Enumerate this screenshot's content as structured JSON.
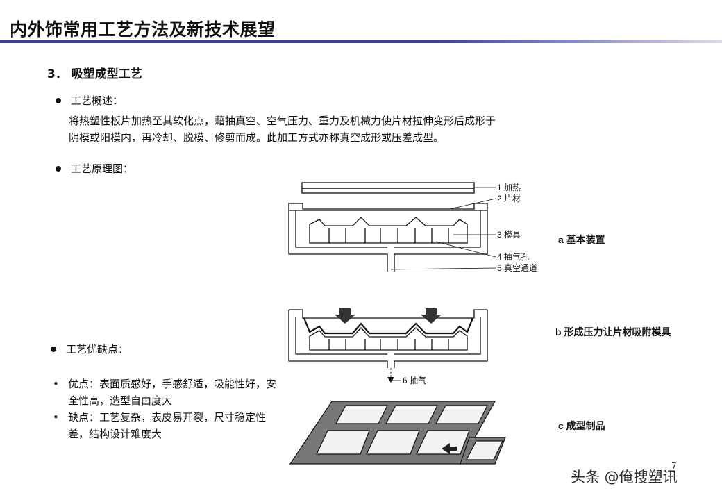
{
  "slide": {
    "title": "内外饰常用工艺方法及新技术展望",
    "section_heading": "3．  吸塑成型工艺",
    "page_number": "7"
  },
  "overview": {
    "heading": "工艺概述：",
    "lines": [
      "将热塑性板片加热至其软化点，藉抽真空、空气压力、重力及机械力使片材拉伸变形后成形于",
      "阴模或阳模内，再冷却、脱模、修剪而成。此加工方式亦称真空成形或压差成型。"
    ]
  },
  "diagram_section": {
    "heading": "工艺原理图："
  },
  "pros_cons": {
    "heading": "工艺优缺点：",
    "items": [
      {
        "mark": "•",
        "text": "优点：表面质感好，手感舒适，吸能性好，安全性高，造型自由度大"
      },
      {
        "mark": "•",
        "text": "缺点：工艺复杂，表皮易开裂，尺寸稳定性差，结构设计难度大"
      }
    ]
  },
  "diagram": {
    "callouts": {
      "heater": "1 加热",
      "sheet": "2 片材",
      "mold": "3 模具",
      "vent_hole": "4 抽气孔",
      "vacuum_channel": "5 真空通道",
      "suction": "6 抽气"
    },
    "stages": {
      "a": "a  基本装置",
      "b": "b 形成压力让片材吸附模具",
      "c": "c  成型制品"
    }
  },
  "watermark": "头条 @俺搜塑讯"
}
